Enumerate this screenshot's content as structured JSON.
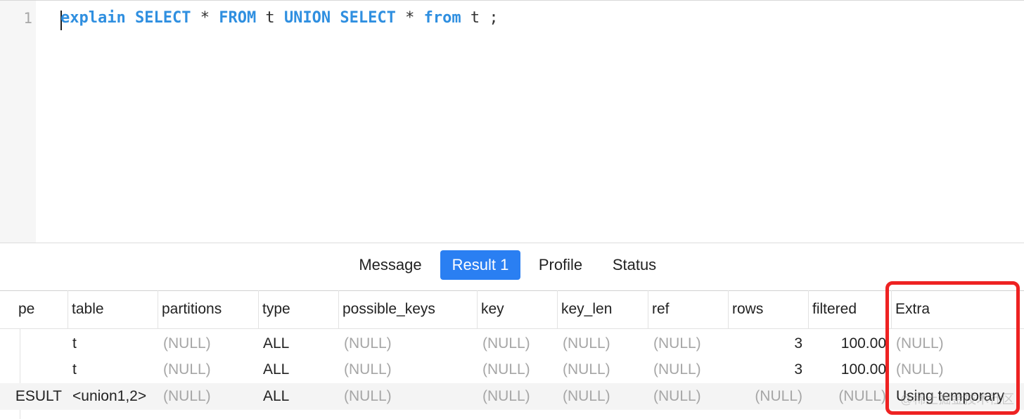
{
  "editor": {
    "line_number": "1",
    "tokens": [
      {
        "text": "explain",
        "kind": "kw"
      },
      {
        "text": " ",
        "kind": "plain"
      },
      {
        "text": "SELECT",
        "kind": "kw"
      },
      {
        "text": " * ",
        "kind": "plain"
      },
      {
        "text": "FROM",
        "kind": "kw"
      },
      {
        "text": " t ",
        "kind": "plain"
      },
      {
        "text": "UNION",
        "kind": "kw"
      },
      {
        "text": " ",
        "kind": "plain"
      },
      {
        "text": "SELECT",
        "kind": "kw"
      },
      {
        "text": " * ",
        "kind": "plain"
      },
      {
        "text": "from",
        "kind": "kw"
      },
      {
        "text": " t ;",
        "kind": "plain"
      }
    ]
  },
  "tabs": {
    "message": "Message",
    "result1": "Result 1",
    "profile": "Profile",
    "status": "Status",
    "active": "result1"
  },
  "grid": {
    "columns": [
      "pe",
      "table",
      "partitions",
      "type",
      "possible_keys",
      "key",
      "key_len",
      "ref",
      "rows",
      "filtered",
      "Extra"
    ],
    "rows": [
      [
        "",
        "t",
        "(NULL)",
        "ALL",
        "(NULL)",
        "(NULL)",
        "(NULL)",
        "(NULL)",
        "3",
        "100.00",
        "(NULL)"
      ],
      [
        "",
        "t",
        "(NULL)",
        "ALL",
        "(NULL)",
        "(NULL)",
        "(NULL)",
        "(NULL)",
        "3",
        "100.00",
        "(NULL)"
      ],
      [
        "ESULT",
        "<union1,2>",
        "(NULL)",
        "ALL",
        "(NULL)",
        "(NULL)",
        "(NULL)",
        "(NULL)",
        "(NULL)",
        "(NULL)",
        "Using temporary"
      ]
    ]
  },
  "watermark": "@稀土掘金技术社区",
  "colors": {
    "keyword": "#2f8fe0",
    "active_tab": "#2a7ff2",
    "null_text": "#a6a6a6",
    "highlight": "#ee2222"
  }
}
